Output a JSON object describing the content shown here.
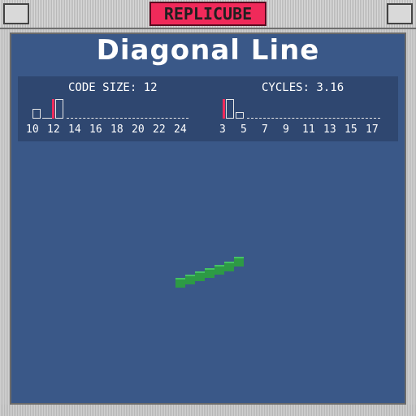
{
  "app": {
    "title": "REPLICUBE"
  },
  "level": {
    "title": "Diagonal Line"
  },
  "stats": {
    "code_size": {
      "label": "CODE SIZE: 12",
      "ticks": [
        "10",
        "12",
        "14",
        "16",
        "18",
        "20",
        "22",
        "24"
      ]
    },
    "cycles": {
      "label": "CYCLES: 3.16",
      "ticks": [
        "3",
        "5",
        "7",
        "9",
        "11",
        "13",
        "15",
        "17"
      ]
    }
  },
  "colors": {
    "accent": "#f02a5a",
    "panel": "#3a5888",
    "cube": "#2d9a45"
  }
}
